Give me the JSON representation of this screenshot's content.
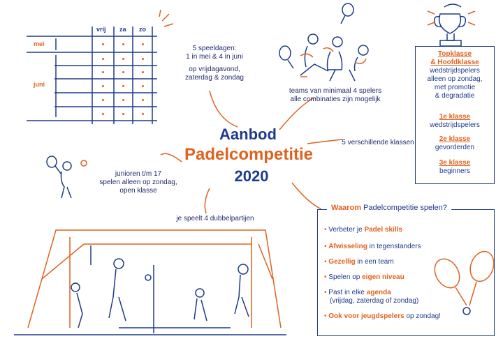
{
  "title": {
    "line1": "Aanbod",
    "line2": "Padelcompetitie",
    "line3": "2020"
  },
  "calendar": {
    "days": [
      "vrij",
      "za",
      "zo"
    ],
    "months": [
      "mei",
      "juni"
    ]
  },
  "speeldagen": {
    "line1": "5 speeldagen:",
    "line2": "1 in mei & 4 in juni",
    "line3": "op vrijdagavond,",
    "line4": "zaterdag & zondag"
  },
  "teams": {
    "line1": "teams van minimaal 4 spelers",
    "line2": "alle combinaties zijn mogelijk"
  },
  "klassen_label": "5 verschillende klassen",
  "klassen": [
    {
      "head": "Topklasse",
      "head2": "& Hoofdklasse",
      "l1": "wedstrijdspelers",
      "l2": "alleen op zondag,",
      "l3": "met promotie",
      "l4": "& degradatie"
    },
    {
      "head": "1e klasse",
      "l1": "wedstrijdspelers"
    },
    {
      "head": "2e klasse",
      "l1": "gevorderden"
    },
    {
      "head": "3e klasse",
      "l1": "beginners"
    }
  ],
  "junioren": {
    "line1": "junioren t/m 17",
    "line2": "spelen alleen op zondag,",
    "line3": "open klasse"
  },
  "dubbel": "je speelt 4 dubbelpartijen",
  "waarom": {
    "title_bold": "Waarom",
    "title_rest": " Padelcompetitie spelen?",
    "items": [
      {
        "pre": "Verbeter je ",
        "bold": "Padel skills",
        "post": ""
      },
      {
        "pre": "",
        "bold": "Afwisseling",
        "post": " in tegenstanders"
      },
      {
        "pre": "",
        "bold": "Gezellig",
        "post": " in een team"
      },
      {
        "pre": "Spelen op ",
        "bold": "eigen niveau",
        "post": ""
      },
      {
        "pre": "Past in elke ",
        "bold": "agenda",
        "post": ""
      },
      {
        "pre": "",
        "bold": "Ook voor jeugdspelers",
        "post": " op zondag!"
      }
    ],
    "agenda_sub": "(vrijdag, zaterdag of zondag)"
  },
  "colors": {
    "navy": "#1f3a8a",
    "orange": "#e0621f"
  }
}
